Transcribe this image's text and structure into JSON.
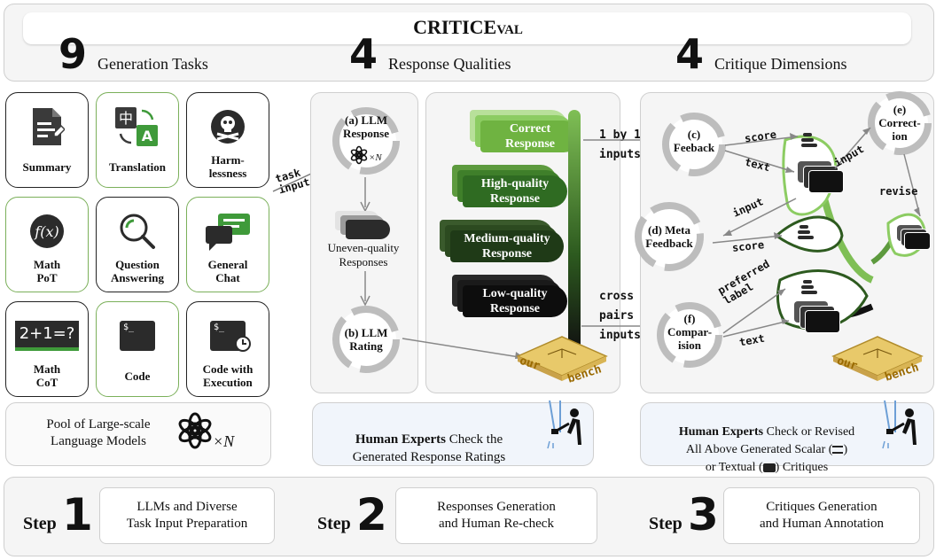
{
  "title": "CRITICEval",
  "header": {
    "gen_num": "9",
    "gen_label": "Generation Tasks",
    "resp_num": "4",
    "resp_label": "Response Qualities",
    "crit_num": "4",
    "crit_label": "Critique Dimensions"
  },
  "tasks": [
    "Summary",
    "Translation",
    "Harm-\nlessness",
    "Math\nPoT",
    "Question\nAnswering",
    "General\nChat",
    "Math\nCoT",
    "Code",
    "Code with\nExecution"
  ],
  "tile_glyphs": {
    "math_cot": "2+1=?",
    "terminal": "$_"
  },
  "pool": {
    "label": "Pool of Large-scale\nLanguage Models",
    "times_n": "×N"
  },
  "step2": {
    "task_inputs": "task\ninputs",
    "llm_response": "(a) LLM\nResponse",
    "times_n": "×N",
    "uneven": "Uneven-quality\nResponses",
    "llm_rating": "(b) LLM\nRating",
    "qualities": [
      "Correct\nResponse",
      "High-quality\nResponse",
      "Medium-quality\nResponse",
      "Low-quality\nResponse"
    ],
    "check_bold": "Human Experts",
    "check_rest": " Check the\nGenerated Response Ratings",
    "bench_our": "our",
    "bench_bench": "bench"
  },
  "step3": {
    "one_by_one": "1 by 1\ninputs",
    "cross_pairs": "cross\npairs\ninputs",
    "feedback": "(c)\nFeeback",
    "correction": "(e)\nCorrect-\nion",
    "meta": "(d) Meta\nFeedback",
    "comparison": "(f)\nCompar-\nision",
    "score": "score",
    "text": "text",
    "input": "input",
    "revise": "revise",
    "preferred": "preferred\nlabel",
    "check_bold": "Human Experts",
    "check_rest": " Check or Revised\nAll Above Generated Scalar (",
    "check_mid": ")\nor Textual (",
    "check_end": ") Critiques"
  },
  "steps": [
    {
      "word": "Step",
      "num": "1",
      "desc": "LLMs and Diverse\nTask Input Preparation"
    },
    {
      "word": "Step",
      "num": "2",
      "desc": "Responses Generation\nand Human Re-check"
    },
    {
      "word": "Step",
      "num": "3",
      "desc": "Critiques Generation\nand Human Annotation"
    }
  ],
  "colors": {
    "green_light": "#7fbf55",
    "green_mid": "#3f8a2c",
    "green_dark": "#2d5a1f",
    "black": "#111111",
    "bench": "#e8c96a"
  }
}
